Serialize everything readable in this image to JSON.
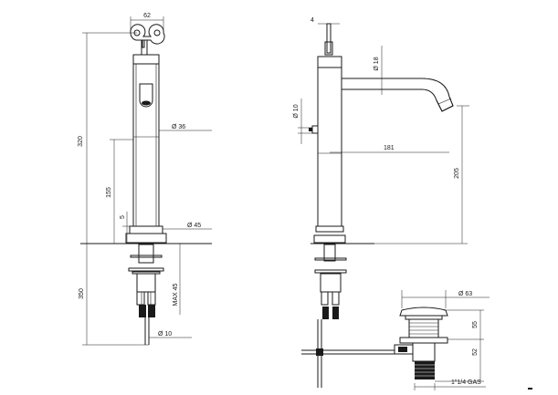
{
  "front_view": {
    "dim_width": "62",
    "dim_height": "320",
    "dim_lever_height": "155",
    "dim_base": "5",
    "dim_body_dia": "Ø 36",
    "dim_base_dia": "Ø 45",
    "dim_below": "350",
    "dim_max": "MAX 45",
    "dim_stem_dia": "Ø 10"
  },
  "side_view": {
    "dim_lever": "4",
    "dim_spout_dia": "Ø 18",
    "dim_knob_dia": "Ø 10",
    "dim_reach": "181",
    "dim_spout_height": "205"
  },
  "waste_view": {
    "dim_top_dia": "Ø 63",
    "dim_upper": "55",
    "dim_lower": "52",
    "dim_thread": "1\"1/4 GAS"
  }
}
